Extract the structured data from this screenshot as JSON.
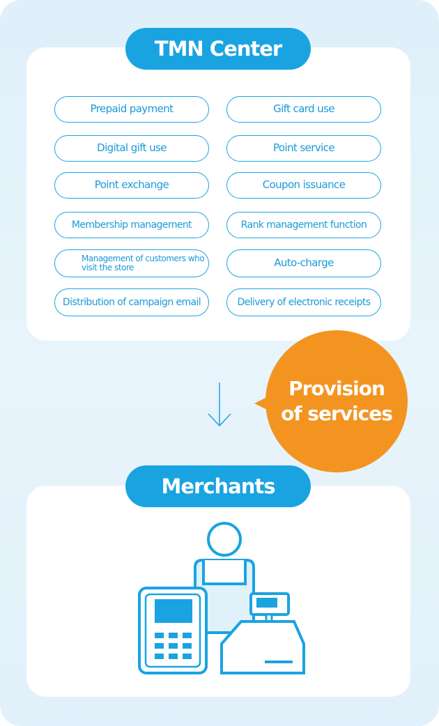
{
  "center_title": "TMN Center",
  "services": [
    "Prepaid payment",
    "Gift card use",
    "Digital gift use",
    "Point service",
    "Point exchange",
    "Coupon issuance",
    "Membership management",
    "Rank management function",
    "Management of customers who visit the store",
    "Auto-charge",
    "Distribution of campaign email",
    "Delivery of electronic receipts"
  ],
  "provision_label": "Provision of services",
  "merchants_title": "Merchants",
  "colors": {
    "primary_blue": "#1aa3e1",
    "accent_orange": "#f39421",
    "background": "#e3f1fa"
  }
}
